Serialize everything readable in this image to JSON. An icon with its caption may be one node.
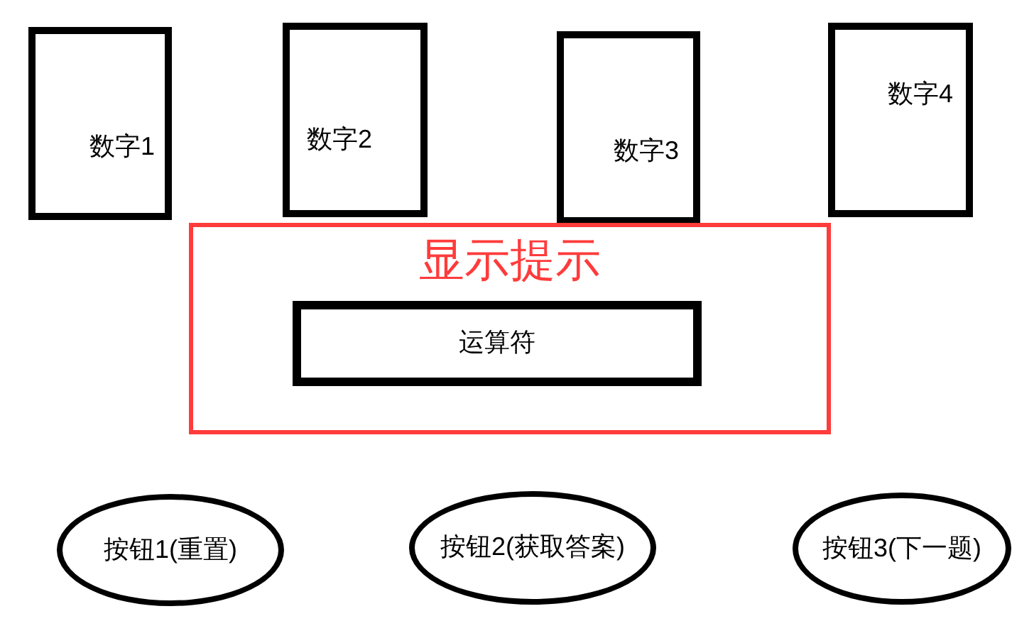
{
  "diagram": {
    "nodes": [
      {
        "text": [
          "数字1"
        ]
      },
      {
        "text": [
          "数字2"
        ]
      },
      {
        "text": [
          "数字3"
        ]
      },
      {
        "text": [
          "数字4"
        ]
      },
      {
        "text": [
          "显示提示"
        ]
      },
      {
        "text": [
          "运算符"
        ],
        "in": 4
      },
      {
        "text": [
          "按钮1(重置)"
        ]
      },
      {
        "text": [
          "按钮2(获取答案)"
        ]
      },
      {
        "text": [
          "按钮3(下一题)"
        ]
      }
    ]
  }
}
